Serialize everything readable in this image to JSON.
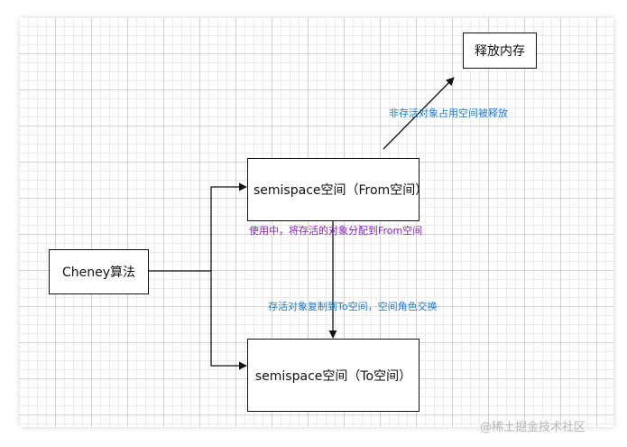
{
  "nodes": {
    "release_memory": "释放内存",
    "from_space": "semispace空间（From空间）",
    "cheney": "Cheney算法",
    "to_space": "semispace空间（To空间）"
  },
  "edge_labels": {
    "release": "非存活对象占用空间被释放",
    "in_use": "使用中，将存活的对象分配到From空间",
    "copy": "存活对象复制到To空间，空间角色交换"
  },
  "colors": {
    "blue_label": "#1a7ad8",
    "purple_label": "#8a20c4",
    "stroke": "#111111"
  },
  "watermark": "@稀土掘金技术社区"
}
